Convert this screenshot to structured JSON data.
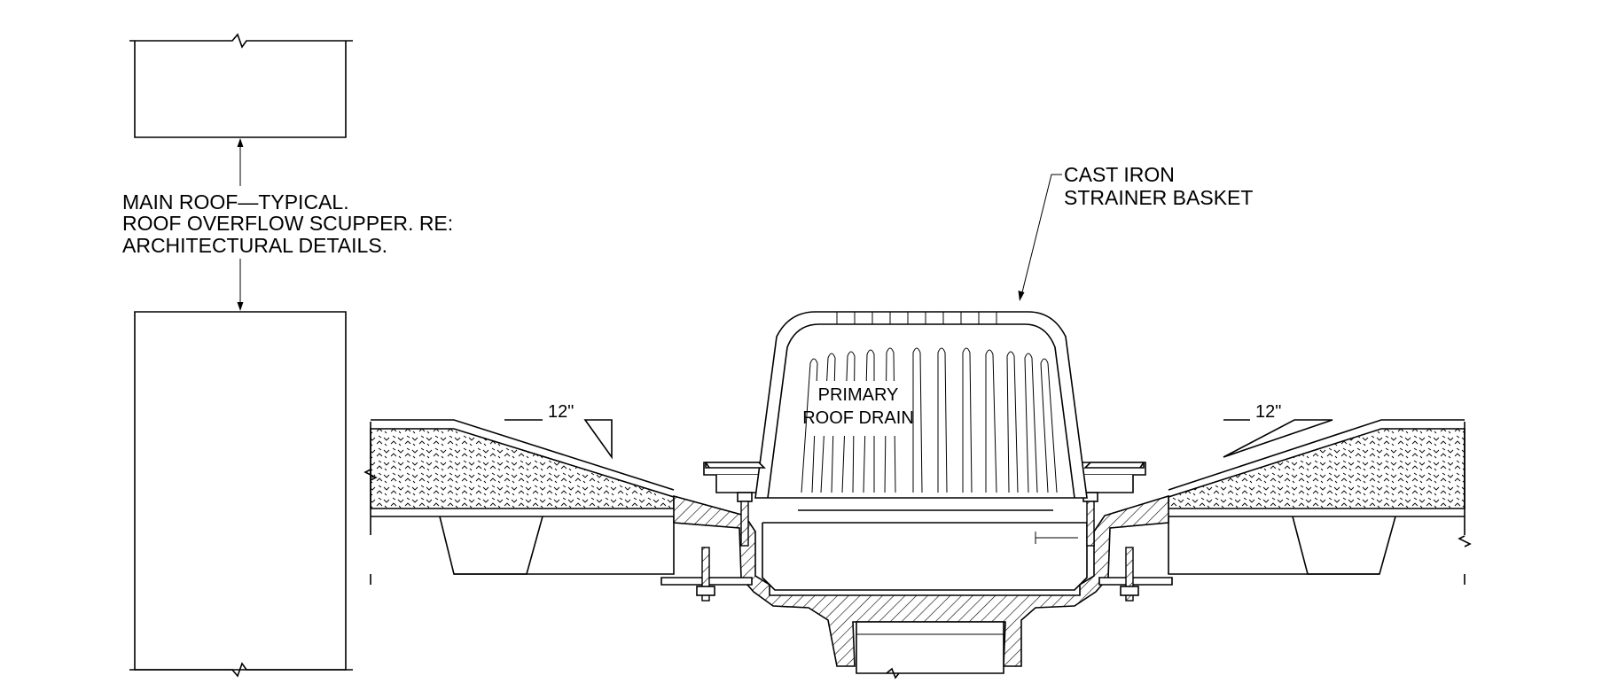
{
  "labels": {
    "scupper_line1": "MAIN ROOF—TYPICAL.",
    "scupper_line2": "ROOF OVERFLOW SCUPPER. RE:",
    "scupper_line3": "ARCHITECTURAL DETAILS.",
    "strainer_line1": "CAST IRON",
    "strainer_line2": "STRAINER BASKET",
    "drain_line1": "PRIMARY",
    "drain_line2": "ROOF DRAIN",
    "slope_left": "12\"",
    "slope_right": "12\""
  }
}
